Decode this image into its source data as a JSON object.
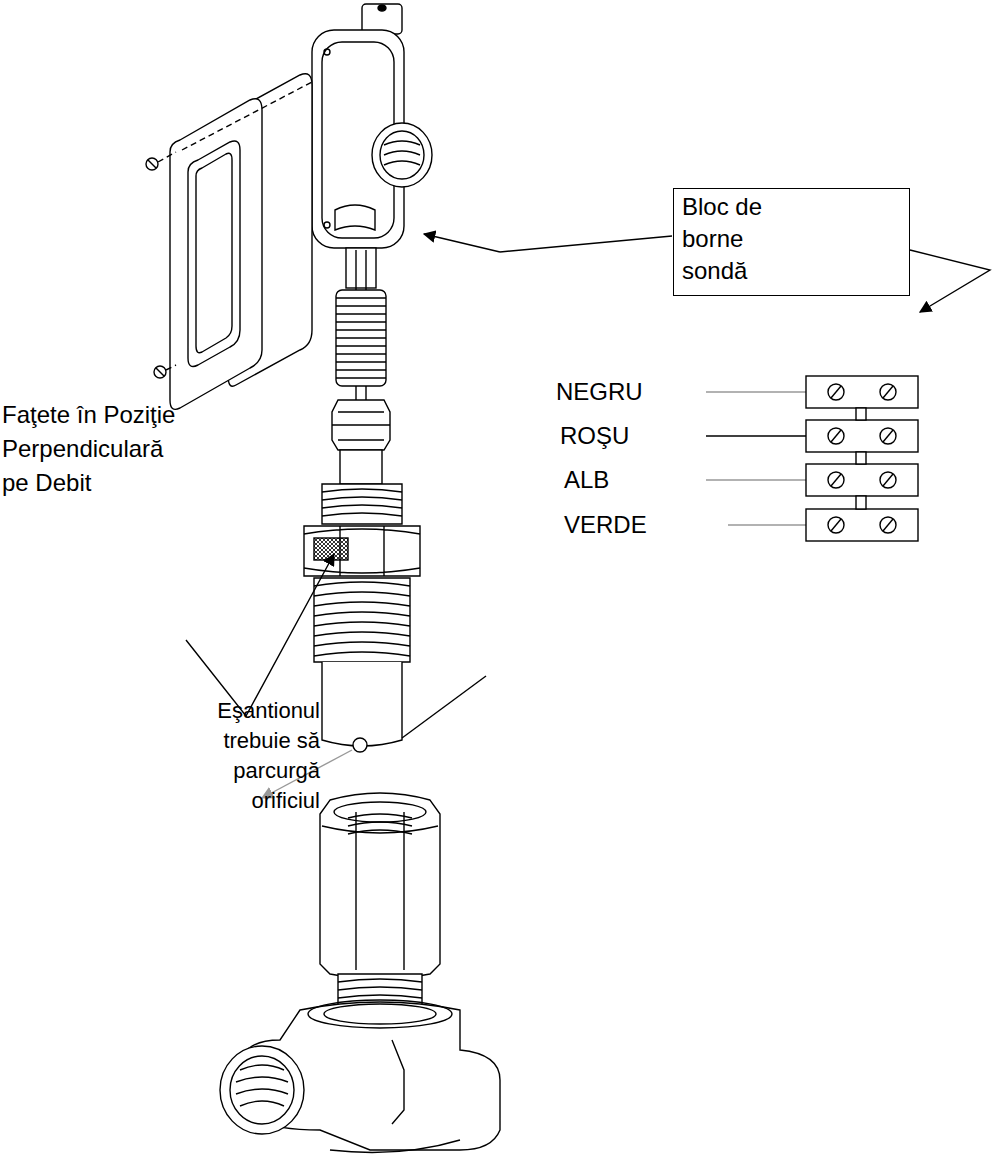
{
  "diagram": {
    "nodes": [
      {
        "text": [
          "Bloc de borne sondă"
        ]
      }
    ],
    "labels": [
      "Faţete în Poziţie Perpendiculară pe Debit",
      "Eşantionul trebuie să parcurgă orificiul",
      "NEGRU",
      "ROŞU",
      "ALB",
      "VERDE"
    ]
  }
}
